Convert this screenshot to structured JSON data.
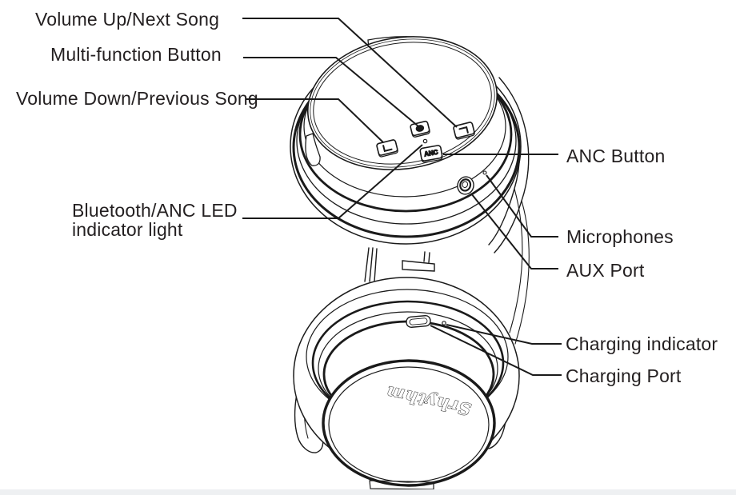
{
  "diagram": {
    "type": "product-callout-diagram",
    "subject": "wireless-anc-headphones-earcups",
    "labels": {
      "volume_up": "Volume Up/Next Song",
      "multi_function": "Multi-function Button",
      "volume_down": "Volume Down/Previous Song",
      "bt_led": "Bluetooth/ANC LED\nindicator light",
      "anc_button": "ANC Button",
      "microphones": "Microphones",
      "aux_port": "AUX Port",
      "charging_indicator": "Charging indicator",
      "charging_port": "Charging Port"
    },
    "device_markings": {
      "anc_button_text": "ANC",
      "brand_logo_text": "Srhythm"
    },
    "colors": {
      "line_art": "#1a1a1a",
      "label_text": "#231f20",
      "background": "#ffffff",
      "footer_strip": "#eef0f2"
    }
  }
}
